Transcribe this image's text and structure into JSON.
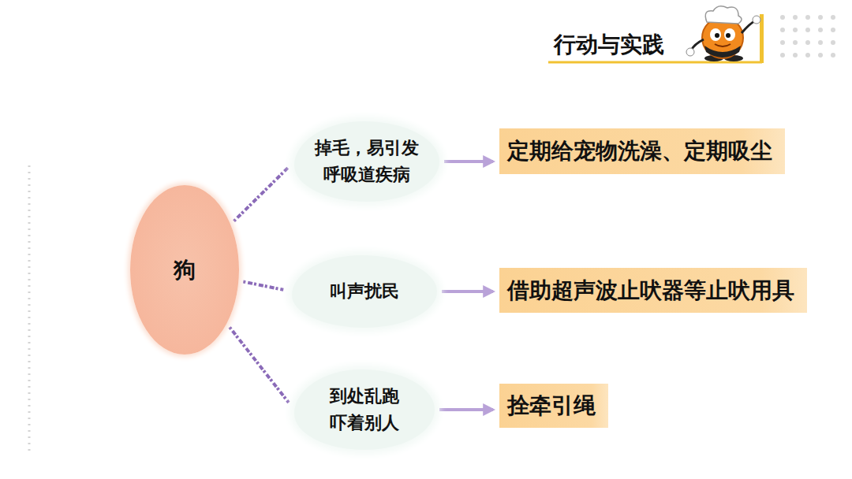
{
  "diagram": {
    "title": "行动与实践",
    "nodes": [
      {
        "text": [
          "狗"
        ]
      },
      {
        "text": [
          "掉毛，易引发呼吸道疾病"
        ]
      },
      {
        "text": [
          "定期给宠物洗澡、定期吸尘"
        ]
      },
      {
        "text": [
          "叫声扰民"
        ]
      },
      {
        "text": [
          "借助超声波止吠器等止吠用具"
        ]
      },
      {
        "text": [
          "到处乱跑吓着别人"
        ]
      },
      {
        "text": [
          "拴牵引绳"
        ]
      }
    ],
    "edges": [
      {
        "from": 0,
        "to": 1,
        "arrow": "none"
      },
      {
        "from": 0,
        "to": 3,
        "arrow": "none"
      },
      {
        "from": 0,
        "to": 5,
        "arrow": "none"
      },
      {
        "from": 1,
        "to": 2,
        "arrow": "to"
      },
      {
        "from": 3,
        "to": 4,
        "arrow": "to"
      },
      {
        "from": 5,
        "to": 6,
        "arrow": "to"
      }
    ]
  }
}
